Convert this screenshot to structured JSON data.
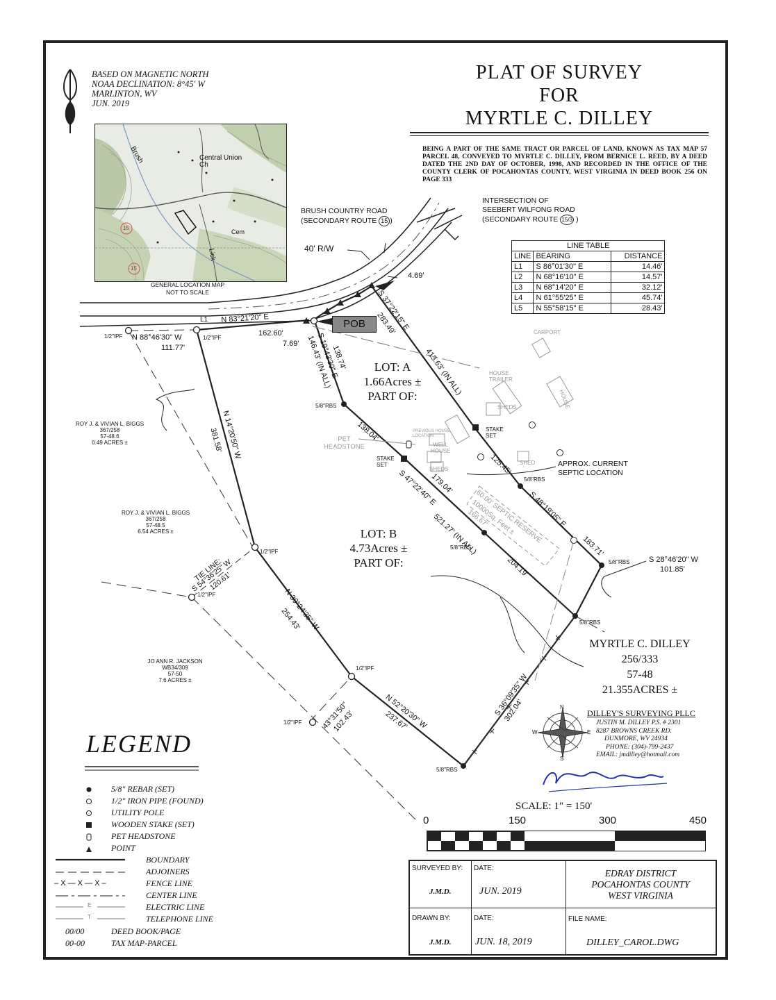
{
  "title": {
    "line1": "PLAT OF SURVEY",
    "line2": "FOR",
    "line3": "MYRTLE C. DILLEY"
  },
  "description": "BEING A PART OF THE SAME TRACT OR PARCEL OF LAND, KNOWN AS TAX MAP 57 PARCEL 48, CONVEYED TO MYRTLE C. DILLEY, FROM BERNICE L. REED, BY A DEED DATED THE 2ND DAY OF OCTOBER, 1998, AND RECORDED IN THE OFFICE OF THE COUNTY CLERK OF POCAHONTAS COUNTY, WEST VIRGINIA IN DEED BOOK 256 ON PAGE 333",
  "north_note": {
    "l1": "BASED ON MAGNETIC NORTH",
    "l2": "NOAA DECLINATION: 8°45' W",
    "l3": "MARLINTON, WV",
    "l4": "JUN. 2019"
  },
  "location_map": {
    "church": "Central Union",
    "church2": "Ch",
    "cem": "Cem",
    "brush": "Brush",
    "lick": "Lick",
    "route15": "15",
    "caption1": "GENERAL LOCATION MAP",
    "caption2": "NOT TO SCALE"
  },
  "roads": {
    "brush_country": {
      "l1": "BRUSH COUNTRY ROAD",
      "l2": "(SECONDARY ROUTE",
      "route": "15",
      "close": ")"
    },
    "seebert": {
      "l1": "INTERSECTION OF",
      "l2": "SEEBERT WILFONG ROAD",
      "l3": "(SECONDARY ROUTE",
      "route": "15/3",
      "close": ")"
    },
    "row": "40' R/W"
  },
  "line_table": {
    "title": "LINE TABLE",
    "headers": [
      "LINE",
      "BEARING",
      "DISTANCE"
    ],
    "rows": [
      [
        "L1",
        "S  86°01'30\"  E",
        "14.46'"
      ],
      [
        "L2",
        "N  68°16'10\"  E",
        "14.57'"
      ],
      [
        "L3",
        "N  68°14'20\"  E",
        "32.12'"
      ],
      [
        "L4",
        "N  61°55'25\"  E",
        "45.74'"
      ],
      [
        "L5",
        "N  55°58'15\"  E",
        "28.43'"
      ]
    ]
  },
  "calls": {
    "road1": "N 83°21'20\" E",
    "d1": "162.60'",
    "d_769": "7.69'",
    "d_469": "4.69'",
    "pob": "POB",
    "w1": "N 88°46'30\" W",
    "w1d": "111.77'",
    "b1": "S 37°22'15\" E",
    "b1a": "283.49'",
    "b1b": "413.63' (IN ALL)",
    "a1": "S 19°43'30\" E",
    "a1b": "146.43' (IN ALL)",
    "a1c": "138.74'",
    "a2": "138.04'",
    "c1": "S 47°22'40\" E",
    "c1a": "179.04'",
    "c1b": "521.27' (IN ALL)",
    "c1c": "204.19'",
    "e1a": "125.45'",
    "e1": "S 48°19'05\" E",
    "e1b": "183.71'",
    "s1": "S 28°46'20\" W",
    "s1d": "101.85'",
    "wl": "N 14°20'50\" W",
    "wld": "381.58'",
    "tie1": "TIE LINE:",
    "tie2": "S 54°36'25\" W",
    "tie3": "120.61'",
    "m1": "N 39°24'35\" W",
    "m1d": "254.43'",
    "m2": "43°31'50\"",
    "m2d": "102.43'",
    "bt": "N 52°20'30\" W",
    "btd": "237.67'",
    "se": "S 36°09'35\" W",
    "sed": "302.04'",
    "reserve1": "60.00'  SEPTIC RESERVE",
    "reserve2": "10000Sq. Feet ±",
    "reserve3": "166.67'"
  },
  "monuments": {
    "ipf": "1/2\"IPF",
    "rbs": "5/8\"RBS",
    "stake1": "STAKE",
    "stake2": "SET"
  },
  "lots": {
    "a": {
      "name": "LOT: A",
      "area": "1.66Acres ±",
      "part": "PART OF:"
    },
    "b": {
      "name": "LOT: B",
      "area": "4.73Acres ±",
      "part": "PART OF:"
    }
  },
  "structures": {
    "carport": "CARPORT",
    "house": "HOUSE",
    "trailer": "TRAILER",
    "house2": "HOUSE",
    "sheds": "SHEDS",
    "sheds2": "SHEDS",
    "shed": "SHED",
    "prev1": "PREVIOUS HOUSE",
    "prev2": "LOCATION",
    "well1": "WELL",
    "well2": "HOUSE",
    "pet1": "PET",
    "pet2": "HEADSTONE"
  },
  "septic": {
    "l1": "APPROX. CURRENT",
    "l2": "SEPTIC LOCATION"
  },
  "adjoiners": {
    "biggs1": {
      "l1": "ROY J. & VIVIAN L. BIGGS",
      "l2": "367/258",
      "l3": "57-48.6",
      "l4": "0.49 ACRES ±"
    },
    "biggs2": {
      "l1": "ROY J. & VIVIAN L. BIGGS",
      "l2": "367/258",
      "l3": "57-48.5",
      "l4": "6.54 ACRES ±"
    },
    "jackson": {
      "l1": "JO ANN R. JACKSON",
      "l2": "WB34/309",
      "l3": "57-50",
      "l4": "7.6 ACRES ±"
    }
  },
  "parent": {
    "l1": "MYRTLE C. DILLEY",
    "l2": "256/333",
    "l3": "57-48",
    "l4": "21.355ACRES ±"
  },
  "surveyor": {
    "firm": "DILLEY'S SURVEYING PLLC",
    "l1": "JUSTIN M. DILLEY P.S. # 2301",
    "l2": "8287 BROWNS CREEK RD.",
    "l3": "DUNMORE, WV 24934",
    "l4": "PHONE: (304)-799-2437",
    "l5": "EMAIL: jmdilley@hotmail.com"
  },
  "compass": {
    "n": "N",
    "e": "E",
    "s": "S",
    "w": "W"
  },
  "scale": {
    "label": "SCALE: 1\" = 150'",
    "ticks": [
      "0",
      "150",
      "300",
      "450"
    ]
  },
  "legend": {
    "title": "LEGEND",
    "symbols": [
      "5/8\" REBAR (SET)",
      "1/2\" IRON PIPE (FOUND)",
      "UTILITY POLE",
      "WOODEN STAKE (SET)",
      "PET HEADSTONE",
      "POINT"
    ],
    "lines": [
      "BOUNDARY",
      "ADJOINERS",
      "FENCE LINE",
      "CENTER LINE",
      "ELECTRIC LINE",
      "TELEPHONE LINE"
    ],
    "fence_sample": "– X — X — X –",
    "e_sample": "E",
    "t_sample": "T",
    "codes": [
      {
        "code": "00/00",
        "text": "DEED BOOK/PAGE"
      },
      {
        "code": "00-00",
        "text": "TAX MAP-PARCEL"
      }
    ]
  },
  "title_block": {
    "surveyed_by_label": "SURVEYED BY:",
    "surveyed_by": "J.M.D.",
    "date_label": "DATE:",
    "date1": "JUN.  2019",
    "drawn_by_label": "DRAWN BY:",
    "drawn_by": "J.M.D.",
    "date2": "JUN. 18,  2019",
    "district1": "EDRAY DISTRICT",
    "district2": "POCAHONTAS COUNTY",
    "district3": "WEST VIRGINIA",
    "file_label": "FILE NAME:",
    "file": "DILLEY_CAROL.DWG"
  }
}
